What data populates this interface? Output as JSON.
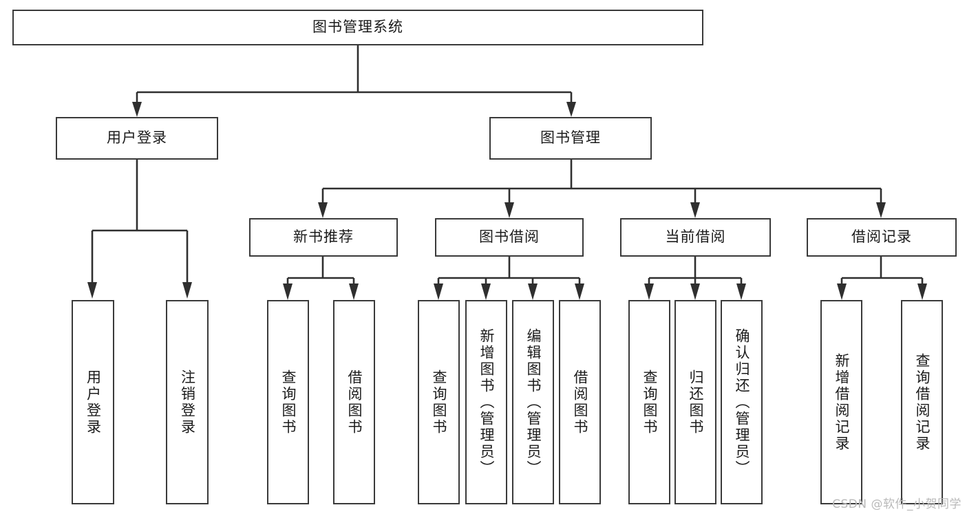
{
  "diagram": {
    "title": "图书管理系统",
    "type": "tree-hierarchy",
    "background_color": "#ffffff",
    "border_color": "#3a3a3a",
    "line_color": "#2f2f2f",
    "text_color": "#1b1b1b"
  },
  "watermark": {
    "text": "CSDN @软件_小贺同学",
    "color": "#b9b9b9"
  },
  "nodes": {
    "root": {
      "label": "图书管理系统"
    },
    "level2": [
      {
        "id": "user-login",
        "label": "用户登录"
      },
      {
        "id": "book-manage",
        "label": "图书管理"
      }
    ],
    "level3": [
      {
        "id": "new-book-recommend",
        "label": "新书推荐"
      },
      {
        "id": "book-borrow",
        "label": "图书借阅"
      },
      {
        "id": "current-borrow",
        "label": "当前借阅"
      },
      {
        "id": "borrow-record",
        "label": "借阅记录"
      }
    ],
    "leaves": {
      "user_login": [
        {
          "id": "leaf-user-login",
          "label": "用户登录"
        },
        {
          "id": "leaf-logout-login",
          "label": "注销登录"
        }
      ],
      "new_book_recommend": [
        {
          "id": "leaf-query-book-1",
          "label": "查询图书"
        },
        {
          "id": "leaf-borrow-book-1",
          "label": "借阅图书"
        }
      ],
      "book_borrow": [
        {
          "id": "leaf-query-book-2",
          "label": "查询图书"
        },
        {
          "id": "leaf-add-book",
          "label": "新增图书（管理员）"
        },
        {
          "id": "leaf-edit-book",
          "label": "编辑图书（管理员）"
        },
        {
          "id": "leaf-borrow-book-2",
          "label": "借阅图书"
        }
      ],
      "current_borrow": [
        {
          "id": "leaf-query-book-3",
          "label": "查询图书"
        },
        {
          "id": "leaf-return-book",
          "label": "归还图书"
        },
        {
          "id": "leaf-confirm-return",
          "label": "确认归还（管理员）"
        }
      ],
      "borrow_record": [
        {
          "id": "leaf-add-record",
          "label": "新增借阅记录"
        },
        {
          "id": "leaf-query-record",
          "label": "查询借阅记录"
        }
      ]
    }
  }
}
